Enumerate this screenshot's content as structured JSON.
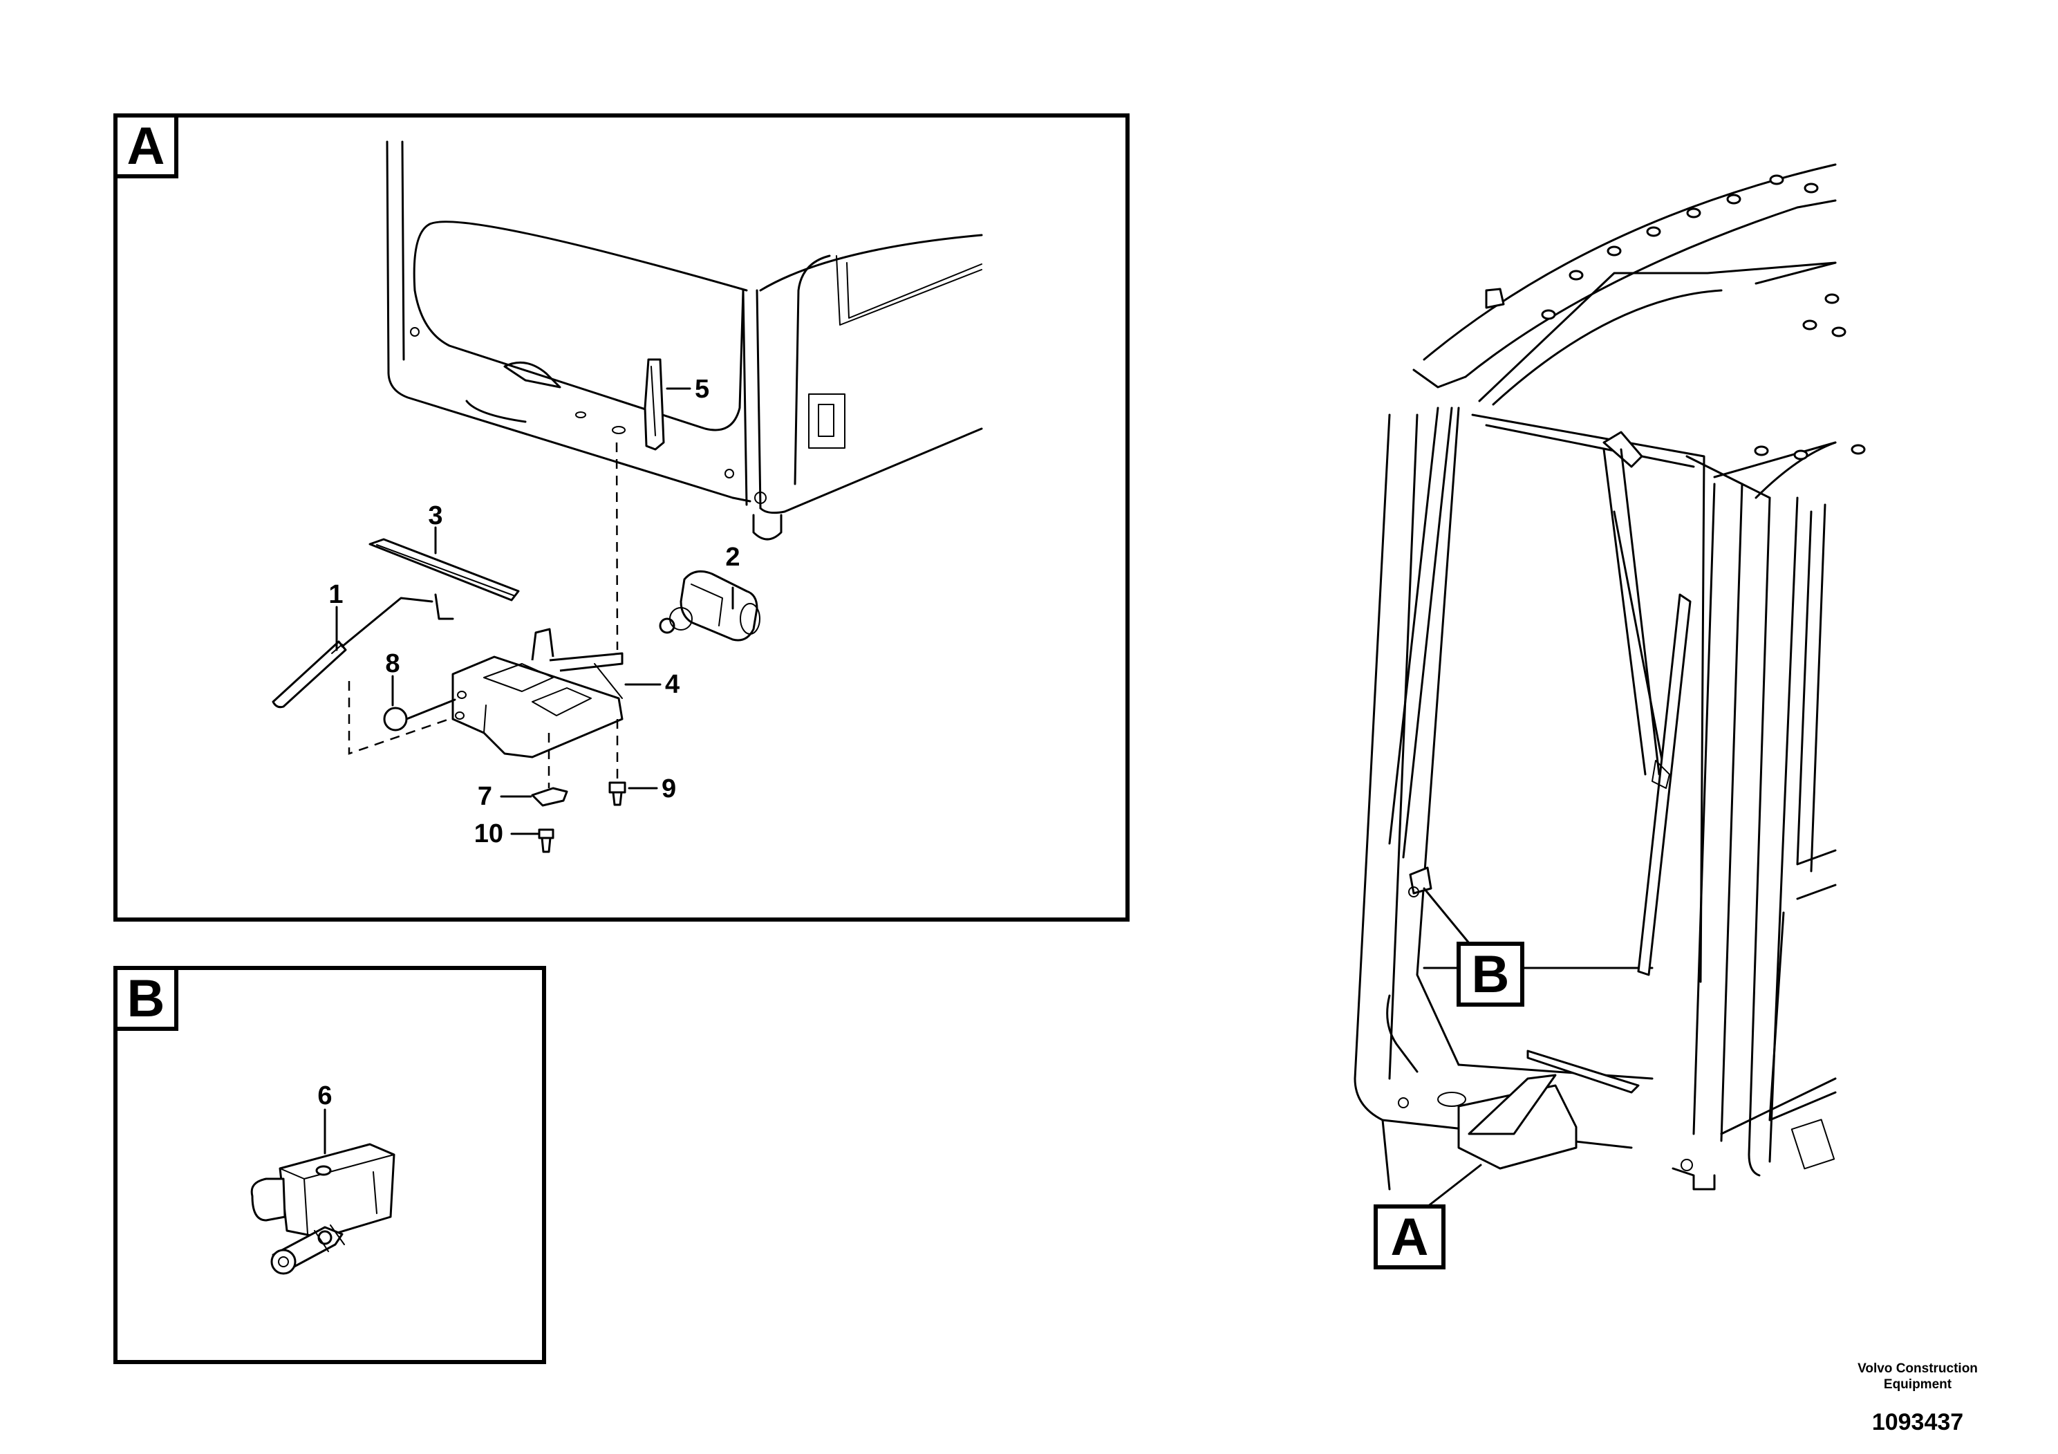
{
  "frames": {
    "a": {
      "letter": "A"
    },
    "b": {
      "letter": "B"
    }
  },
  "overview": {
    "callout_a": "A",
    "callout_b": "B"
  },
  "callouts": {
    "item_1": "1",
    "item_2": "2",
    "item_3": "3",
    "item_4": "4",
    "item_5": "5",
    "item_6": "6",
    "item_7": "7",
    "item_8": "8",
    "item_9": "9",
    "item_10": "10"
  },
  "footer": {
    "company": "Volvo Construction Equipment",
    "drawing_number": "1093437"
  }
}
